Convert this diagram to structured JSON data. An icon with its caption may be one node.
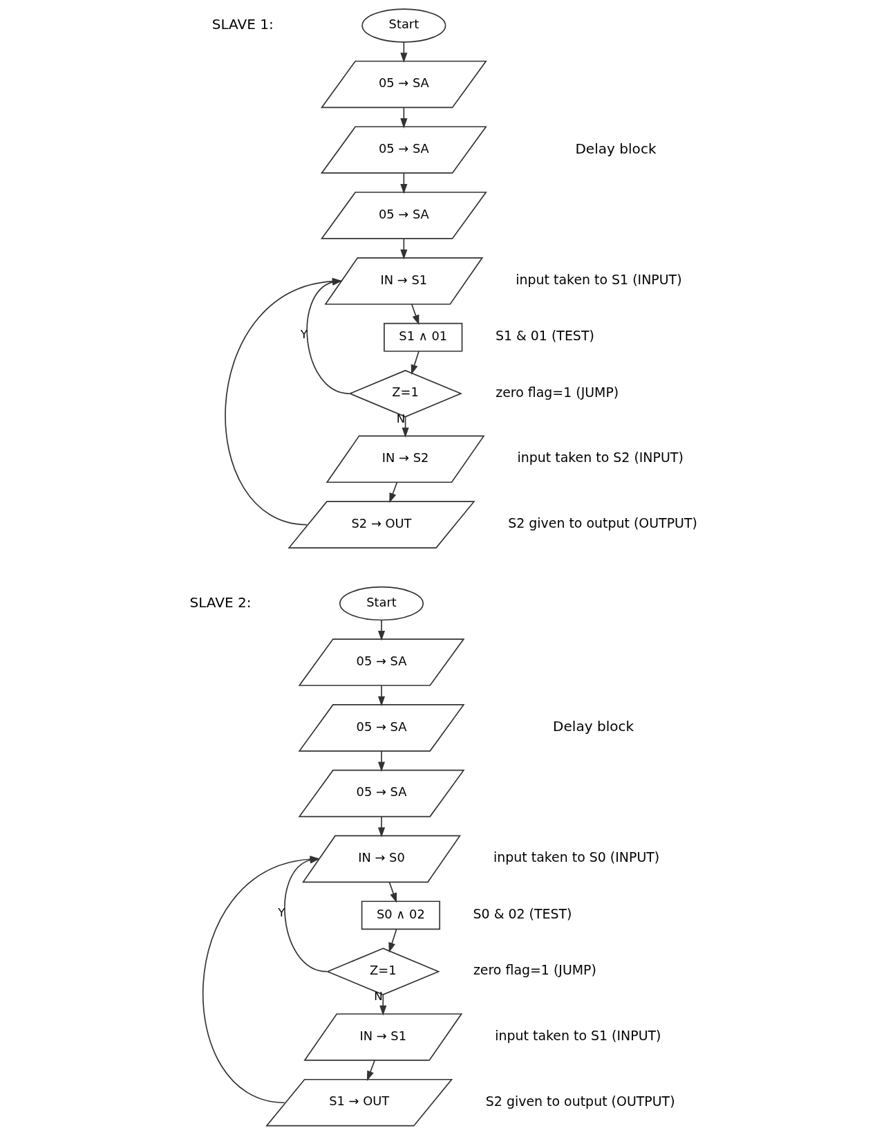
{
  "diagram": {
    "nodes": [
      {
        "text": [
          "Start"
        ]
      },
      {
        "text": [
          "05 → SA"
        ]
      },
      {
        "text": [
          "05 → SA"
        ]
      },
      {
        "text": [
          "05 → SA"
        ]
      },
      {
        "text": [
          "IN → S1"
        ],
        "beside": [
          "input taken to S1 (INPUT)"
        ]
      },
      {
        "text": [
          "S1 ∧ 01"
        ],
        "beside": [
          "S1 & 01 (TEST)"
        ]
      },
      {
        "text": [
          "Z=1"
        ],
        "beside": [
          "zero flag=1 (JUMP)"
        ]
      },
      {
        "text": [
          "IN → S2"
        ],
        "beside": [
          "input taken to S2 (INPUT)"
        ]
      },
      {
        "text": [
          "S2 → OUT"
        ],
        "beside": [
          "S2 given to output (OUTPUT)"
        ]
      },
      {
        "text": [
          "Start"
        ]
      },
      {
        "text": [
          "05 → SA"
        ]
      },
      {
        "text": [
          "05 → SA"
        ]
      },
      {
        "text": [
          "05 → SA"
        ]
      },
      {
        "text": [
          "IN → S0"
        ],
        "beside": [
          "input taken to S0 (INPUT)"
        ]
      },
      {
        "text": [
          "S0 ∧ 02"
        ],
        "beside": [
          "S0 & 02 (TEST)"
        ]
      },
      {
        "text": [
          "Z=1"
        ],
        "beside": [
          "zero flag=1 (JUMP)"
        ]
      },
      {
        "text": [
          "IN → S1"
        ],
        "beside": [
          "input taken to S1 (INPUT)"
        ]
      },
      {
        "text": [
          "S1 → OUT"
        ],
        "beside": [
          "S2 given to output (OUTPUT)"
        ]
      }
    ],
    "edges": [
      {
        "from": 0,
        "to": 1,
        "arrow": "to"
      },
      {
        "from": 1,
        "to": 2,
        "arrow": "to"
      },
      {
        "from": 2,
        "to": 3,
        "arrow": "to"
      },
      {
        "from": 3,
        "to": 4,
        "arrow": "to"
      },
      {
        "from": 4,
        "to": 5,
        "arrow": "to"
      },
      {
        "from": 5,
        "to": 6,
        "arrow": "to"
      },
      {
        "from": 6,
        "to": 4,
        "arrow": "to",
        "label": "Y"
      },
      {
        "from": 6,
        "to": 7,
        "arrow": "to",
        "label": "N"
      },
      {
        "from": 7,
        "to": 8,
        "arrow": "to"
      },
      {
        "from": 8,
        "to": 4,
        "arrow": "to"
      },
      {
        "from": 9,
        "to": 10,
        "arrow": "to"
      },
      {
        "from": 10,
        "to": 11,
        "arrow": "to"
      },
      {
        "from": 11,
        "to": 12,
        "arrow": "to"
      },
      {
        "from": 12,
        "to": 13,
        "arrow": "to"
      },
      {
        "from": 13,
        "to": 14,
        "arrow": "to"
      },
      {
        "from": 14,
        "to": 15,
        "arrow": "to"
      },
      {
        "from": 15,
        "to": 13,
        "arrow": "to",
        "label": "Y"
      },
      {
        "from": 15,
        "to": 16,
        "arrow": "to",
        "label": "N"
      },
      {
        "from": 16,
        "to": 17,
        "arrow": "to"
      },
      {
        "from": 17,
        "to": 13,
        "arrow": "to"
      }
    ],
    "labels": [
      "SLAVE 1:",
      "Delay block",
      "SLAVE 2:",
      "Delay block"
    ]
  }
}
